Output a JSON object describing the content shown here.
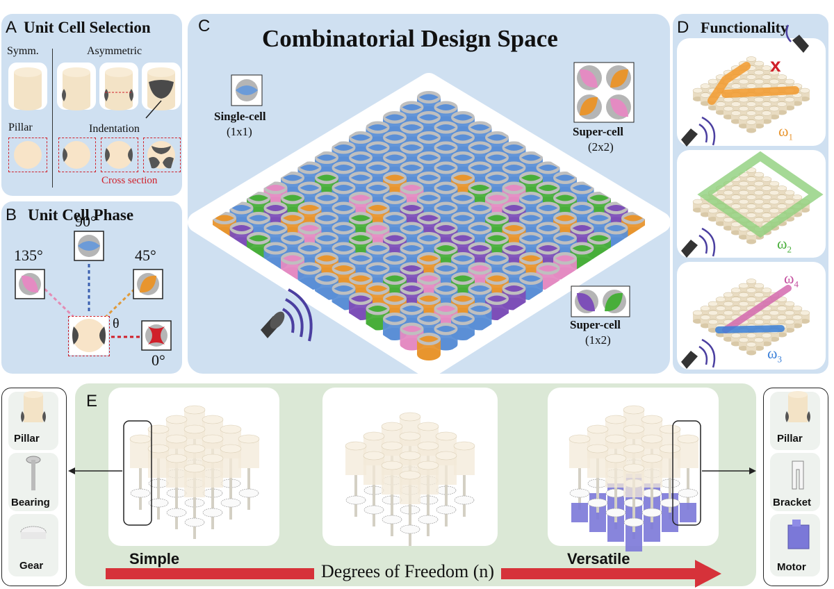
{
  "panel_a": {
    "letter": "A",
    "title": "Unit Cell Selection",
    "symm": "Symm.",
    "asym": "Asymmetric",
    "pillar": "Pillar",
    "indentation": "Indentation",
    "cross_section": "Cross section"
  },
  "panel_b": {
    "letter": "B",
    "title": "Unit Cell Phase",
    "a135": "135°",
    "a90": "90°",
    "a45": "45°",
    "a0": "0°",
    "theta": "θ"
  },
  "panel_c": {
    "letter": "C",
    "title": "Combinatorial Design Space",
    "single": "Single-cell",
    "single_dim": "(1x1)",
    "super22": "Super-cell",
    "super22_dim": "(2x2)",
    "super12": "Super-cell",
    "super12_dim": "(1x2)"
  },
  "panel_d": {
    "letter": "D",
    "title": "Functionality",
    "w1": "ω",
    "w1_sub": "1",
    "w2": "ω",
    "w2_sub": "2",
    "w3": "ω",
    "w3_sub": "3",
    "w4": "ω",
    "w4_sub": "4",
    "x_mark": "x"
  },
  "panel_e": {
    "letter": "E",
    "simple": "Simple",
    "versatile": "Versatile",
    "dof": "Degrees of Freedom (n)",
    "left_items": [
      "Pillar",
      "Bearing",
      "Gear"
    ],
    "right_items": [
      "Pillar",
      "Bracket",
      "Motor"
    ]
  },
  "colors": {
    "blue_panel": "#cfe0f1",
    "green_panel": "#dbe8d6",
    "arrow_red": "#d6323a",
    "pillar": "#f3e3c6"
  }
}
